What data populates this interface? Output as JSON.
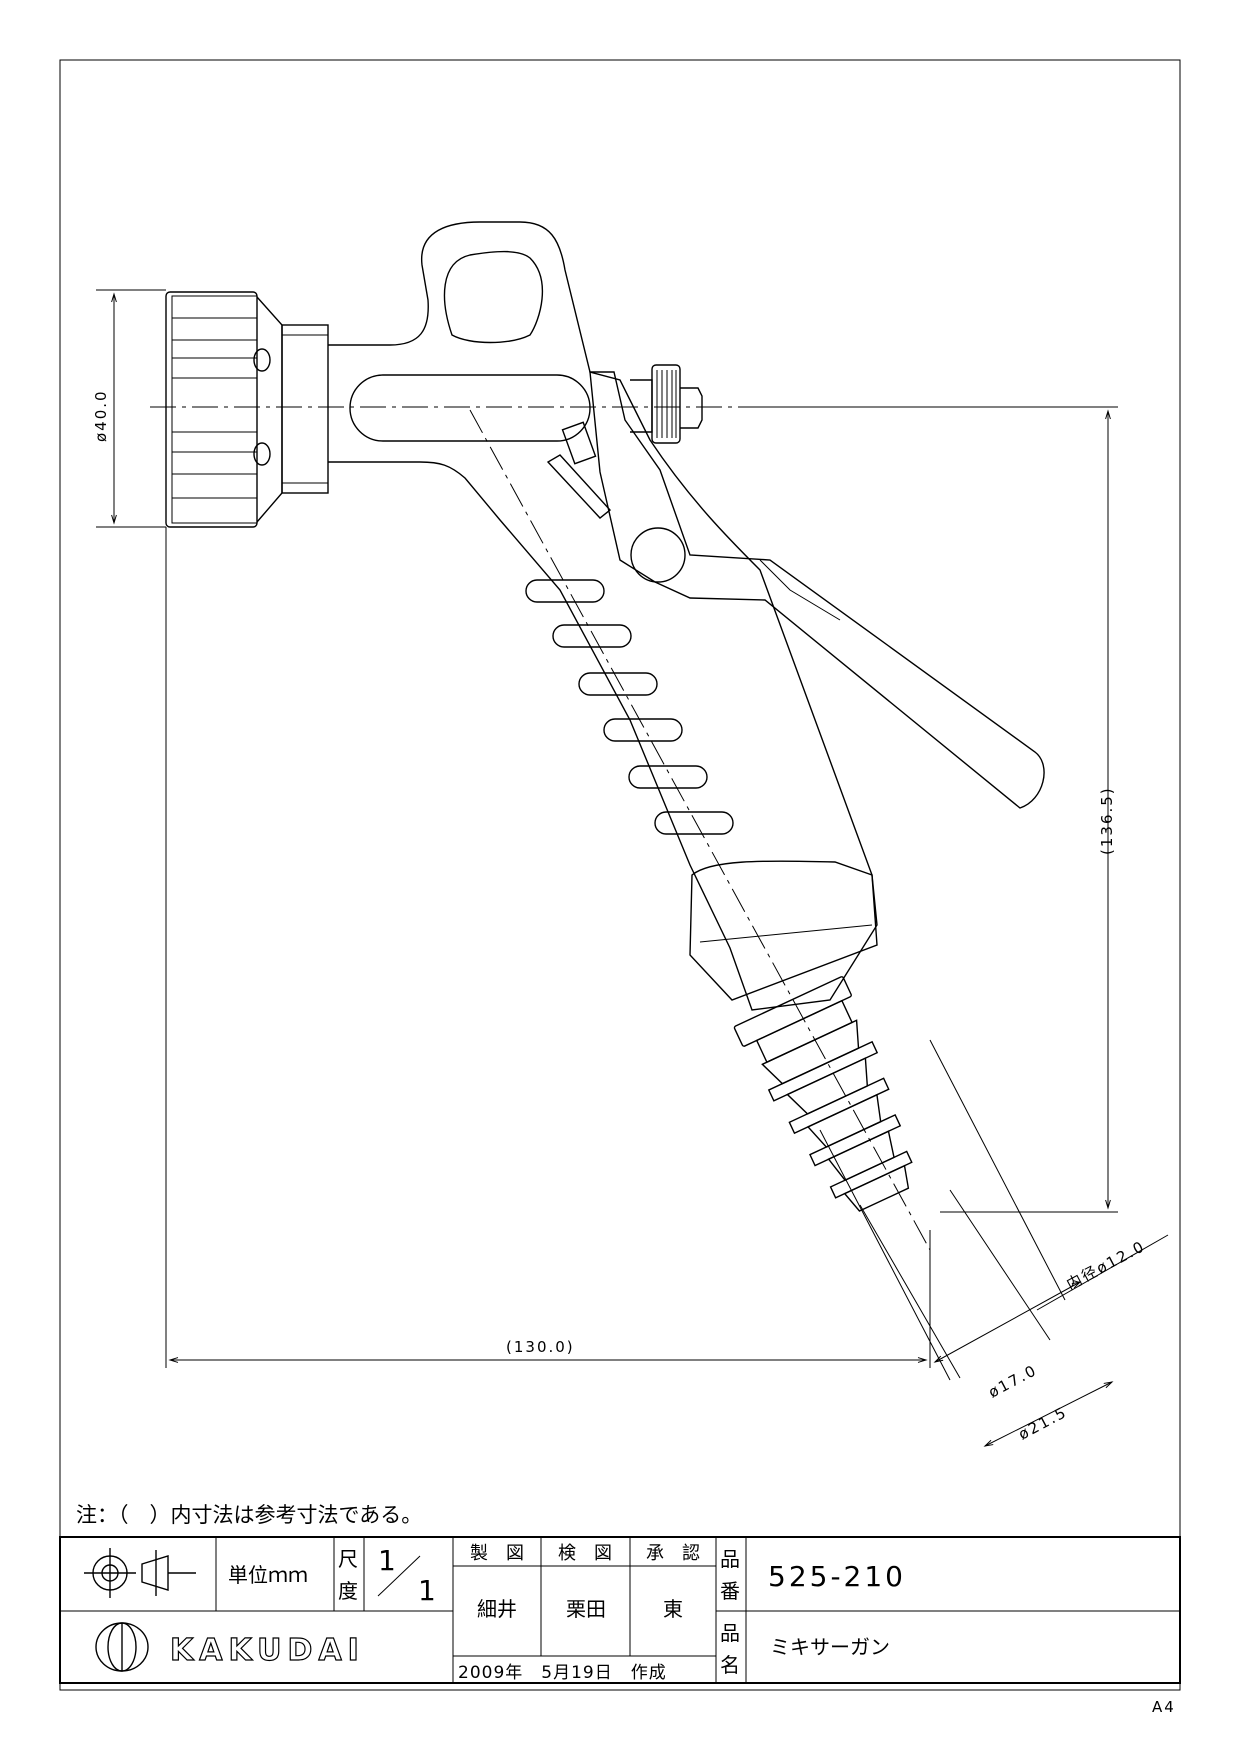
{
  "dimensions": {
    "diameter_outer": "ø40.0",
    "height_ref": "(136.5)",
    "width_ref": "(130.0)",
    "inner_diameter": "内径ø12.0",
    "diameter_17": "ø17.0",
    "diameter_21": "ø21.5"
  },
  "note": "注：（　）内寸法は参考寸法である。",
  "title_block": {
    "unit": "単位ｍｍ",
    "scale_label_1": "尺",
    "scale_label_2": "度",
    "scale_num": "1",
    "scale_den": "1",
    "drawn_label": "製　図",
    "checked_label": "検　図",
    "approved_label": "承　認",
    "drawn_by": "細井",
    "checked_by": "栗田",
    "approved_by": "東",
    "part_no_label_1": "品",
    "part_no_label_2": "番",
    "part_no": "525-210",
    "part_name_label_1": "品",
    "part_name_label_2": "名",
    "part_name": "ミキサーガン",
    "company": "KAKUDAI",
    "date_line": "2009年　5月19日　作成"
  },
  "sheet_size": "A4"
}
